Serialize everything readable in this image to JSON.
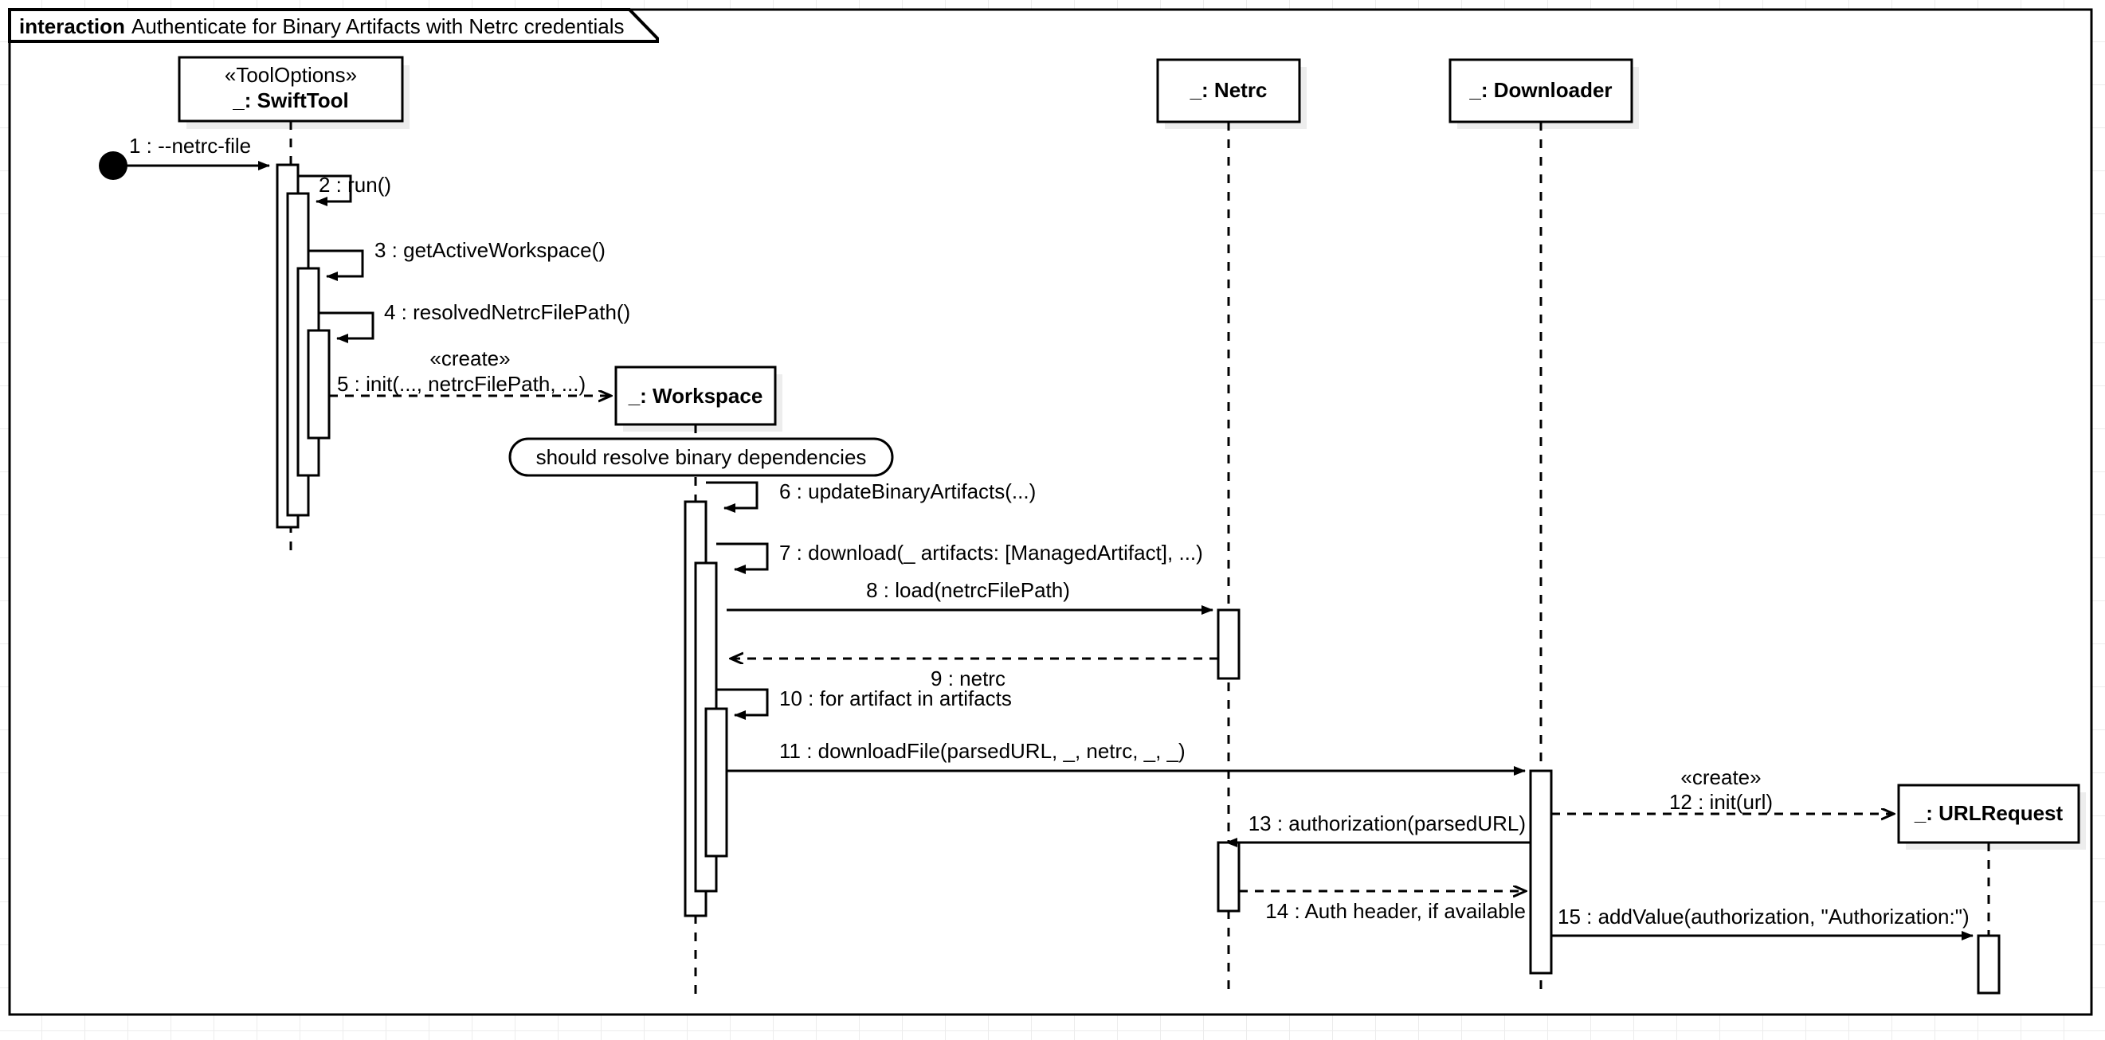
{
  "frame": {
    "kind": "interaction",
    "name": "Authenticate for Binary Artifacts with Netrc credentials"
  },
  "lifelines": [
    {
      "id": "swifttool",
      "stereotype": "«ToolOptions»",
      "name": "_: SwiftTool"
    },
    {
      "id": "workspace",
      "stereotype": "",
      "name": "_: Workspace"
    },
    {
      "id": "netrc",
      "stereotype": "",
      "name": "_: Netrc"
    },
    {
      "id": "downloader",
      "stereotype": "",
      "name": "_: Downloader"
    },
    {
      "id": "urlrequest",
      "stereotype": "",
      "name": "_: URLRequest"
    }
  ],
  "state_invariants": [
    {
      "id": "resolve-binaries",
      "text": "should resolve binary dependencies"
    }
  ],
  "messages": [
    {
      "seq": "1",
      "label": "1 : --netrc-file",
      "stereotype": "",
      "kind": "found",
      "style": "solid"
    },
    {
      "seq": "2",
      "label": "2 : run()",
      "stereotype": "",
      "kind": "self",
      "style": "solid"
    },
    {
      "seq": "3",
      "label": "3 : getActiveWorkspace()",
      "stereotype": "",
      "kind": "self",
      "style": "solid"
    },
    {
      "seq": "4",
      "label": "4 : resolvedNetrcFilePath()",
      "stereotype": "",
      "kind": "self",
      "style": "solid"
    },
    {
      "seq": "5",
      "label": "5 : init(..., netrcFilePath, ...)",
      "stereotype": "«create»",
      "kind": "create",
      "style": "dashed"
    },
    {
      "seq": "6",
      "label": "6 : updateBinaryArtifacts(...)",
      "stereotype": "",
      "kind": "self",
      "style": "solid"
    },
    {
      "seq": "7",
      "label": "7 : download(_ artifacts: [ManagedArtifact], ...)",
      "stereotype": "",
      "kind": "self",
      "style": "solid"
    },
    {
      "seq": "8",
      "label": "8 : load(netrcFilePath)",
      "stereotype": "",
      "kind": "call",
      "style": "solid"
    },
    {
      "seq": "9",
      "label": "9 : netrc",
      "stereotype": "",
      "kind": "reply",
      "style": "dashed"
    },
    {
      "seq": "10",
      "label": "10 : for artifact in artifacts",
      "stereotype": "",
      "kind": "self",
      "style": "solid"
    },
    {
      "seq": "11",
      "label": "11 : downloadFile(parsedURL, _, netrc, _, _)",
      "stereotype": "",
      "kind": "call",
      "style": "solid"
    },
    {
      "seq": "12",
      "label": "12 : init(url)",
      "stereotype": "«create»",
      "kind": "create",
      "style": "dashed"
    },
    {
      "seq": "13",
      "label": "13 : authorization(parsedURL)",
      "stereotype": "",
      "kind": "call",
      "style": "solid"
    },
    {
      "seq": "14",
      "label": "14 : Auth header, if available",
      "stereotype": "",
      "kind": "reply",
      "style": "dashed"
    },
    {
      "seq": "15",
      "label": "15 : addValue(authorization, \"Authorization:\")",
      "stereotype": "",
      "kind": "call",
      "style": "solid"
    }
  ],
  "colors": {
    "stroke": "#000000",
    "fill": "#ffffff",
    "shadow": "#ededed",
    "grid": "#ececec"
  }
}
